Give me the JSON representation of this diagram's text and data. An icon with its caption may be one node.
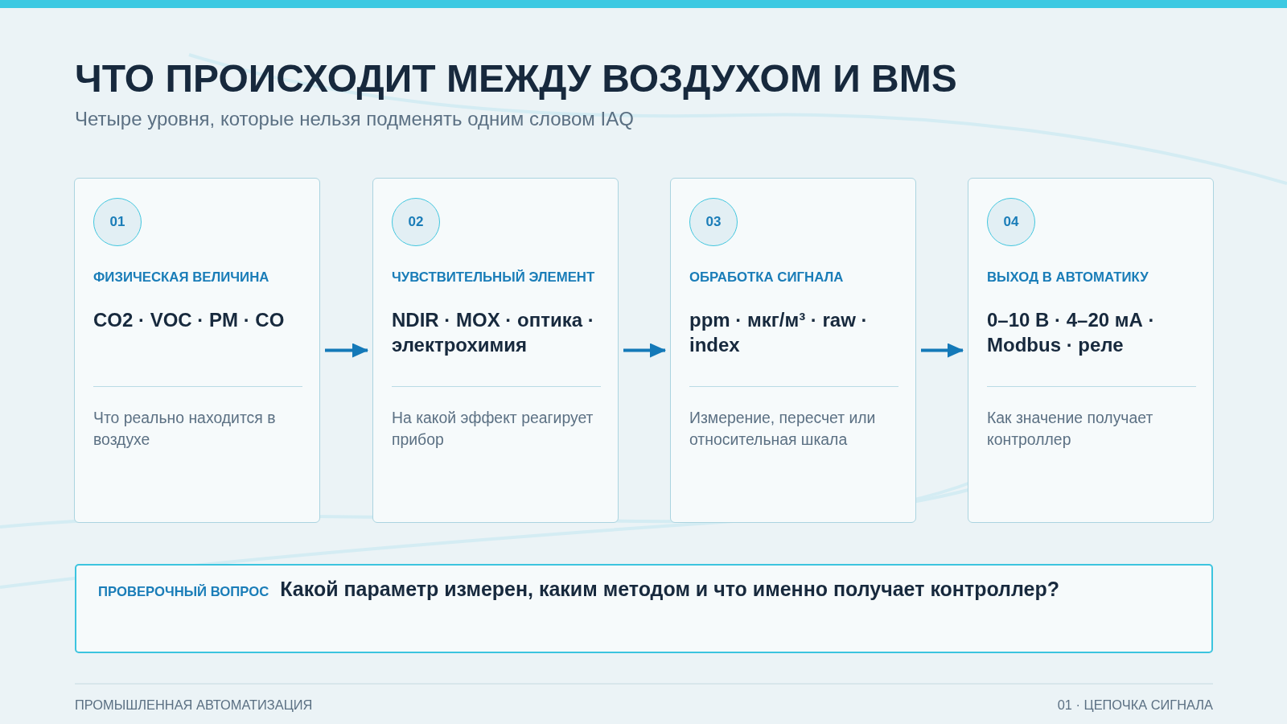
{
  "diagram": {
    "title": "ЧТО ПРОИСХОДИТ МЕЖДУ ВОЗДУХОМ И BMS",
    "nodes": [
      {
        "text": [
          "ФИЗИЧЕСКАЯ ВЕЛИЧИНА",
          "CO2 · VOC · PM · CO",
          "Что реально находится в воздухе"
        ]
      },
      {
        "text": [
          "01"
        ],
        "in": 0
      },
      {
        "text": [
          "ЧУВСТВИТЕЛЬНЫЙ ЭЛЕМЕНТ",
          "NDIR · MOX · оптика · электрохимия",
          "На какой эффект реагирует прибор"
        ]
      },
      {
        "text": [
          "02"
        ],
        "in": 2
      },
      {
        "text": [
          "ОБРАБОТКА СИГНАЛА",
          "ppm · мкг/м³ · raw · index",
          "Измерение, пересчет или относительная шкала"
        ]
      },
      {
        "text": [
          "03"
        ],
        "in": 4
      },
      {
        "text": [
          "ВЫХОД В АВТОМАТИКУ",
          "0–10 В · 4–20 мА · Modbus · реле",
          "Как значение получает контроллер"
        ]
      },
      {
        "text": [
          "04"
        ],
        "in": 6
      },
      {
        "text": [
          "ПРОВЕРОЧНЫЙ ВОПРОС",
          "Какой параметр измерен, каким методом и что именно получает контроллер?"
        ]
      }
    ],
    "edges": [
      {
        "from": 0,
        "to": 2,
        "arrow": "to"
      },
      {
        "from": 2,
        "to": 4,
        "arrow": "to"
      },
      {
        "from": 4,
        "to": 6,
        "arrow": "to"
      }
    ],
    "labels": [
      "Четыре уровня, которые нельзя подменять одним словом IAQ",
      "ПРОМЫШЛЕННАЯ АВТОМАТИЗАЦИЯ",
      "01 · ЦЕПОЧКА СИГНАЛА"
    ]
  }
}
